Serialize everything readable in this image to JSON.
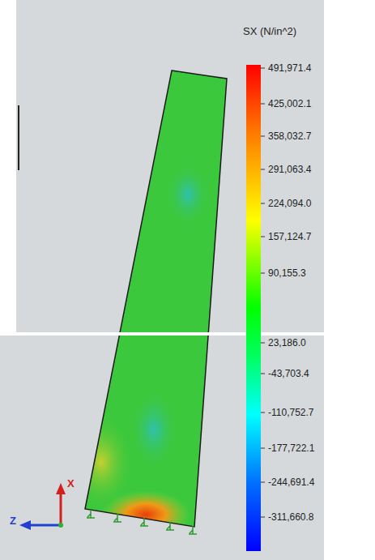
{
  "diagram": {
    "title": "SX (N/in^2)",
    "labels": [
      "491,971.4",
      "425,002.1",
      "358,032.7",
      "291,063.4",
      "224,094.0",
      "157,124.7",
      "90,155.3",
      "23,186.0",
      "-43,703.4",
      "-110,752.7",
      "-177,722.1",
      "-244,691.4",
      "-311,660.8",
      "X",
      "Z"
    ]
  }
}
